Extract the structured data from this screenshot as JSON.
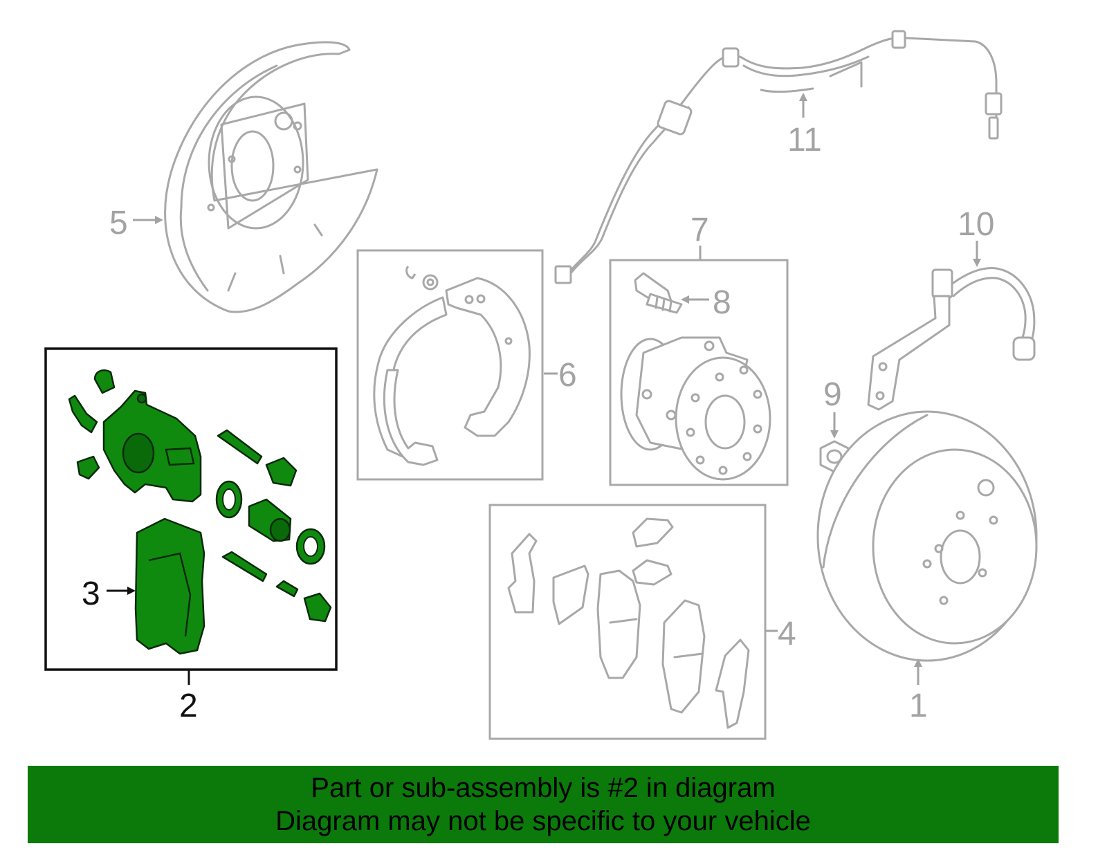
{
  "callouts": {
    "c1": "1",
    "c2": "2",
    "c3": "3",
    "c4": "4",
    "c5": "5",
    "c6": "6",
    "c7": "7",
    "c8": "8",
    "c9": "9",
    "c10": "10",
    "c11": "11"
  },
  "banner": {
    "line1": "Part or sub-assembly is #2 in diagram",
    "line2": "Diagram may not be specific to your vehicle"
  },
  "colors": {
    "highlight": "#0f8a0f",
    "banner": "#0b7a0b",
    "outline": "#a8a8a8"
  }
}
